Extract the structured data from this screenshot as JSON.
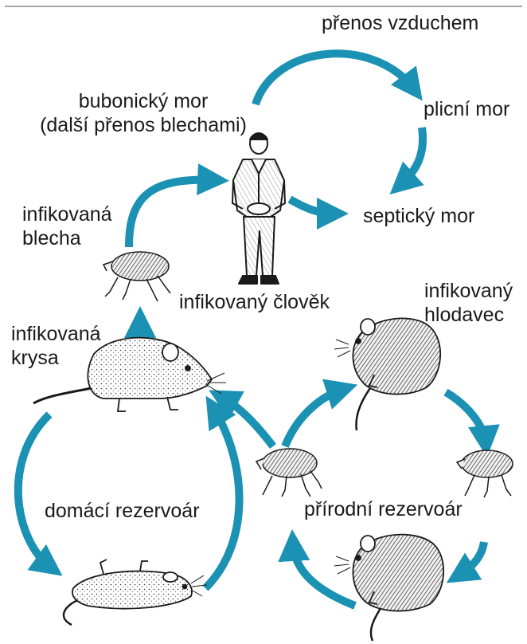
{
  "colors": {
    "arrow": "#1b92b3",
    "ink": "#1a1a1a",
    "background": "#ffffff",
    "top_rule": "#8a8a8a"
  },
  "labels": {
    "airborne": "přenos vzduchem",
    "bubonic_line1": "bubonický mor",
    "bubonic_line2": "(další přenos blechami)",
    "pneumonic": "plicní mor",
    "septic": "septický mor",
    "flea_line1": "infikovaná",
    "flea_line2": "blecha",
    "human": "infikovaný člověk",
    "rodent_line1": "infikovaný",
    "rodent_line2": "hlodavec",
    "rat_line1": "infikovaná",
    "rat_line2": "krysa",
    "domestic_reservoir": "domácí rezervoár",
    "natural_reservoir": "přírodní rezervoár"
  },
  "figures": {
    "human": "standing-man-illustration",
    "flea_top": "flea-illustration",
    "rat": "rat-illustration",
    "dead_rat": "dead-rat-illustration",
    "rodent_top": "wild-rodent-illustration",
    "rodent_bottom": "wild-rodent-illustration",
    "flea_center": "flea-illustration",
    "flea_right": "flea-illustration"
  }
}
